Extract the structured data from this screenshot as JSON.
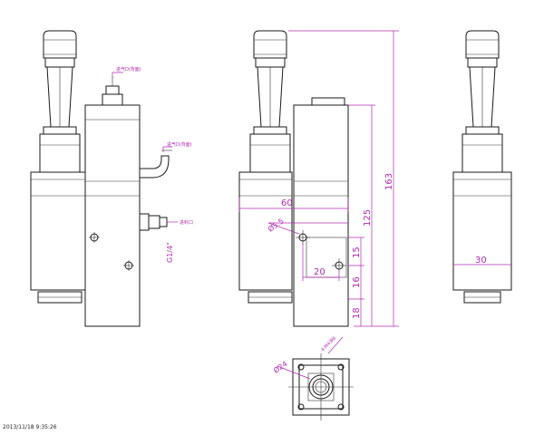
{
  "colors": {
    "line": "#1a1a1a",
    "dimension": "#b02cb0"
  },
  "left_view": {
    "labels": {
      "inlet_top": "进气D(背面)",
      "inlet_side": "进气D(背面)",
      "outlet": "进料口",
      "thread": "G1/4\""
    }
  },
  "front_view": {
    "dims": {
      "width_60": "60",
      "hole_dia": "Ø5.5",
      "spacing_20": "20",
      "height_163": "163",
      "height_125": "125",
      "d_15": "15",
      "d_16": "16",
      "d_18": "18"
    }
  },
  "right_view": {
    "dims": {
      "width_30": "30"
    }
  },
  "top_view": {
    "labels": {
      "hole_note": "4-M4深8",
      "dia_24": "Ø24"
    }
  },
  "timestamp": "2013/11/18 9:35:26"
}
